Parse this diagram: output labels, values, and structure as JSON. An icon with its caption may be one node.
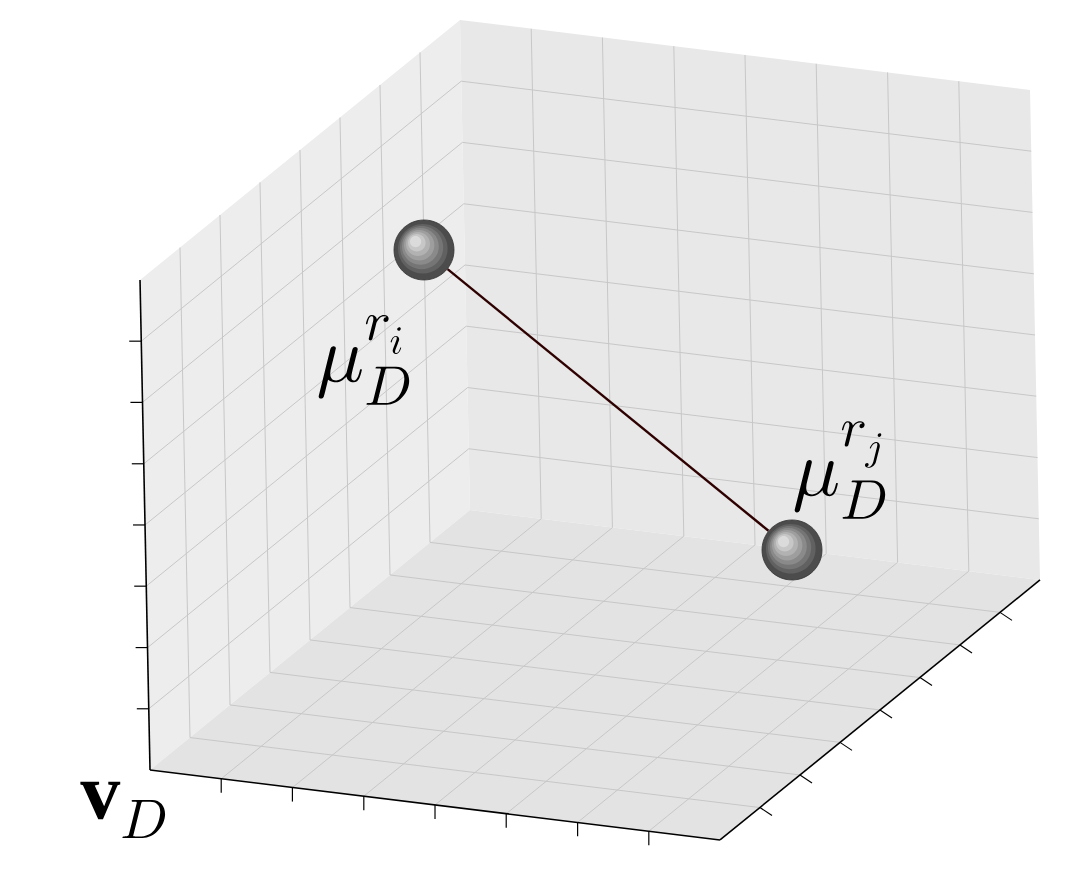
{
  "diagram": {
    "nodes": [
      {
        "text": [],
        "shape": "circle",
        "beside": [
          "\\mu_D^{r_i}"
        ]
      },
      {
        "text": [],
        "shape": "circle",
        "beside": [
          "\\mu_D^{r_j}"
        ]
      }
    ],
    "edges": [
      {
        "from": 0,
        "to": 1,
        "arrow": "none"
      }
    ],
    "labels": [
      "\\mathbf{v}_D"
    ]
  }
}
